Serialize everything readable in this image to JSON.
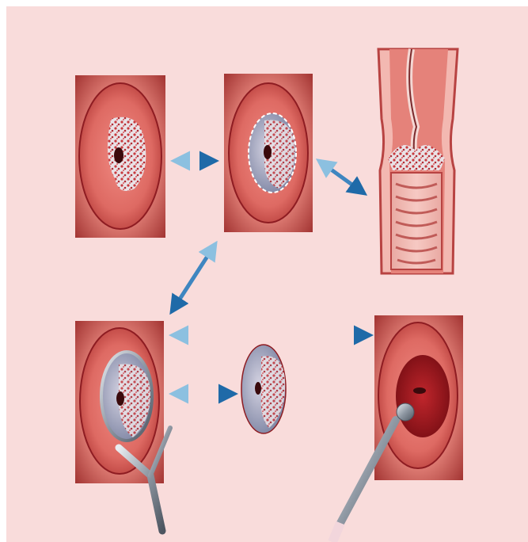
{
  "colors": {
    "background": "#f9dcdb",
    "arrow_dark": "#1f6aa8",
    "arrow_light": "#a9d2ea",
    "tissue_red": "#d9635e",
    "tissue_dark": "#8e1c22",
    "lesion": "#c83a3e",
    "acetowhite": "#9a9fb5",
    "metal": "#8f98a3"
  },
  "panels": [
    {
      "id": "cervix-lesion",
      "icon": "cervix-lesion-icon"
    },
    {
      "id": "cervix-lesion-outlined",
      "icon": "cervix-outlined-icon"
    },
    {
      "id": "cervical-canal-section",
      "icon": "cervical-canal-icon"
    },
    {
      "id": "loop-excision",
      "icon": "loop-excision-icon"
    },
    {
      "id": "excised-cone",
      "icon": "cone-specimen-icon"
    },
    {
      "id": "cervix-healed-cautery",
      "icon": "cautery-probe-icon"
    }
  ],
  "arrows": [
    {
      "from": "cervix-lesion",
      "to": "cervix-lesion-outlined"
    },
    {
      "from": "cervix-lesion-outlined",
      "to": "cervical-canal-section"
    },
    {
      "from": "cervix-lesion-outlined",
      "to": "loop-excision"
    },
    {
      "from": "loop-excision",
      "to": "cervix-healed-cautery"
    },
    {
      "from": "loop-excision",
      "to": "excised-cone"
    }
  ]
}
